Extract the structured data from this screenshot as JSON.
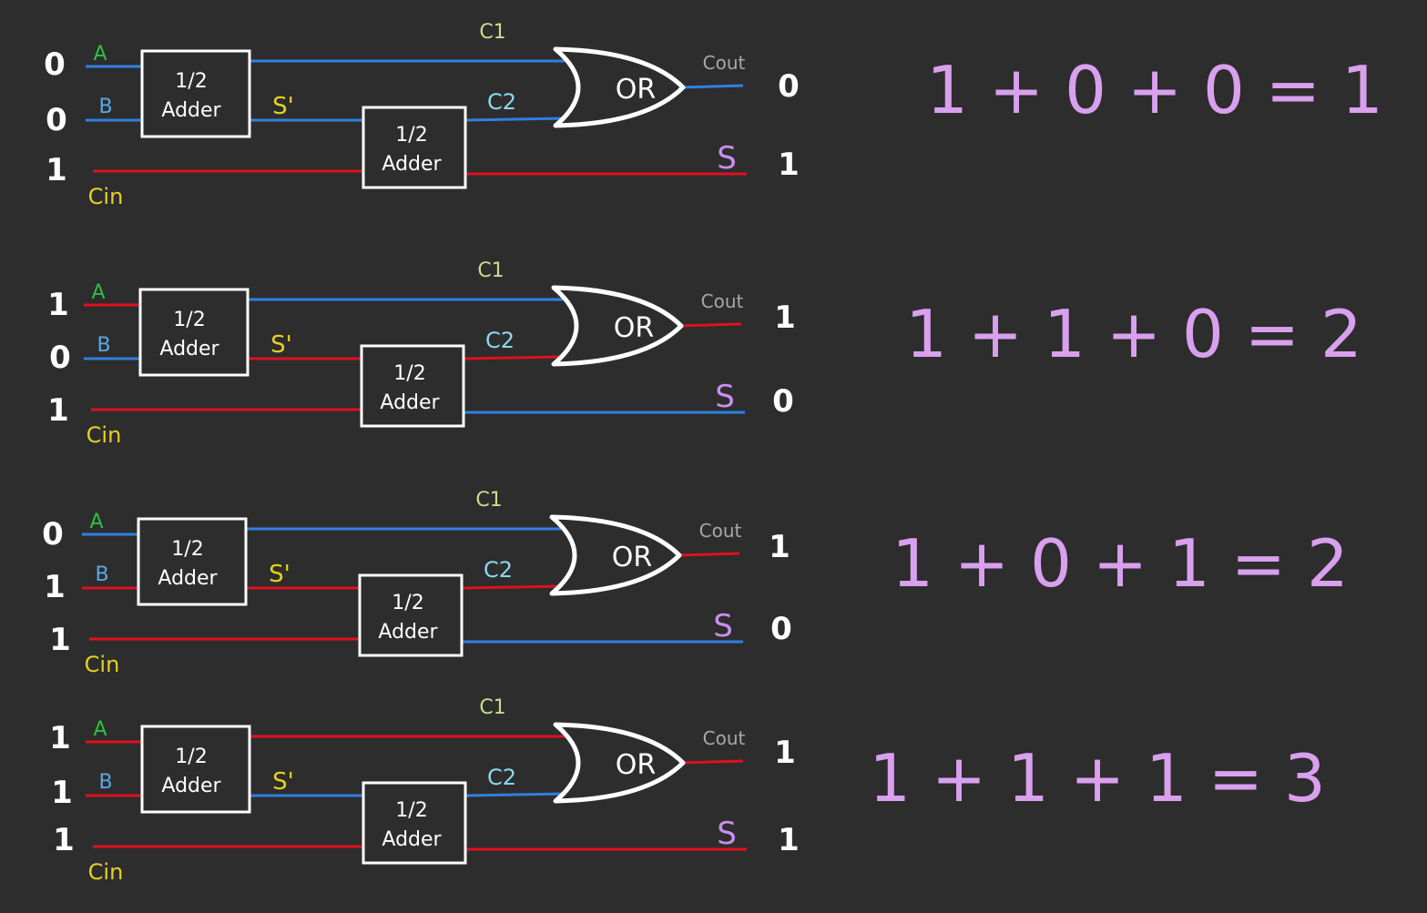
{
  "colors": {
    "background": "#2d2d2d",
    "wire_zero": "#2f80e0",
    "wire_one": "#e0101f",
    "label_A": "#2fbf3f",
    "label_B": "#5aa7e6",
    "label_Cin": "#e6d11f",
    "label_C1": "#c7de8c",
    "label_C2": "#8fd6ee",
    "label_Sprime": "#e6d11f",
    "label_Cout": "#a8a8a8",
    "label_S": "#c98ff0",
    "equation": "#d9a0ee"
  },
  "labels": {
    "A": "A",
    "B": "B",
    "Cin": "Cin",
    "C1": "C1",
    "C2": "C2",
    "Sprime": "S'",
    "Cout": "Cout",
    "S": "S",
    "half_adder_line1": "1/2",
    "half_adder_line2": "Adder",
    "or_gate": "OR"
  },
  "circuits": [
    {
      "inputs": {
        "A": "0",
        "B": "0",
        "Cin": "1"
      },
      "wires": {
        "A": 0,
        "B": 0,
        "Cin": 1,
        "C1": 0,
        "Sprime": 0,
        "C2": 0,
        "Cout": 0,
        "S": 1
      },
      "outputs": {
        "Cout": "0",
        "S": "1"
      },
      "equation": "1 + 0 + 0 = 1"
    },
    {
      "inputs": {
        "A": "1",
        "B": "0",
        "Cin": "1"
      },
      "wires": {
        "A": 1,
        "B": 0,
        "Cin": 1,
        "C1": 0,
        "Sprime": 1,
        "C2": 1,
        "Cout": 1,
        "S": 0
      },
      "outputs": {
        "Cout": "1",
        "S": "0"
      },
      "equation": "1 + 1 + 0 = 2"
    },
    {
      "inputs": {
        "A": "0",
        "B": "1",
        "Cin": "1"
      },
      "wires": {
        "A": 0,
        "B": 1,
        "Cin": 1,
        "C1": 0,
        "Sprime": 1,
        "C2": 1,
        "Cout": 1,
        "S": 0
      },
      "outputs": {
        "Cout": "1",
        "S": "0"
      },
      "equation": "1 + 0 + 1 = 2"
    },
    {
      "inputs": {
        "A": "1",
        "B": "1",
        "Cin": "1"
      },
      "wires": {
        "A": 1,
        "B": 1,
        "Cin": 1,
        "C1": 1,
        "Sprime": 0,
        "C2": 0,
        "Cout": 1,
        "S": 1
      },
      "outputs": {
        "Cout": "1",
        "S": "1"
      },
      "equation": "1 + 1 + 1 = 3"
    }
  ]
}
